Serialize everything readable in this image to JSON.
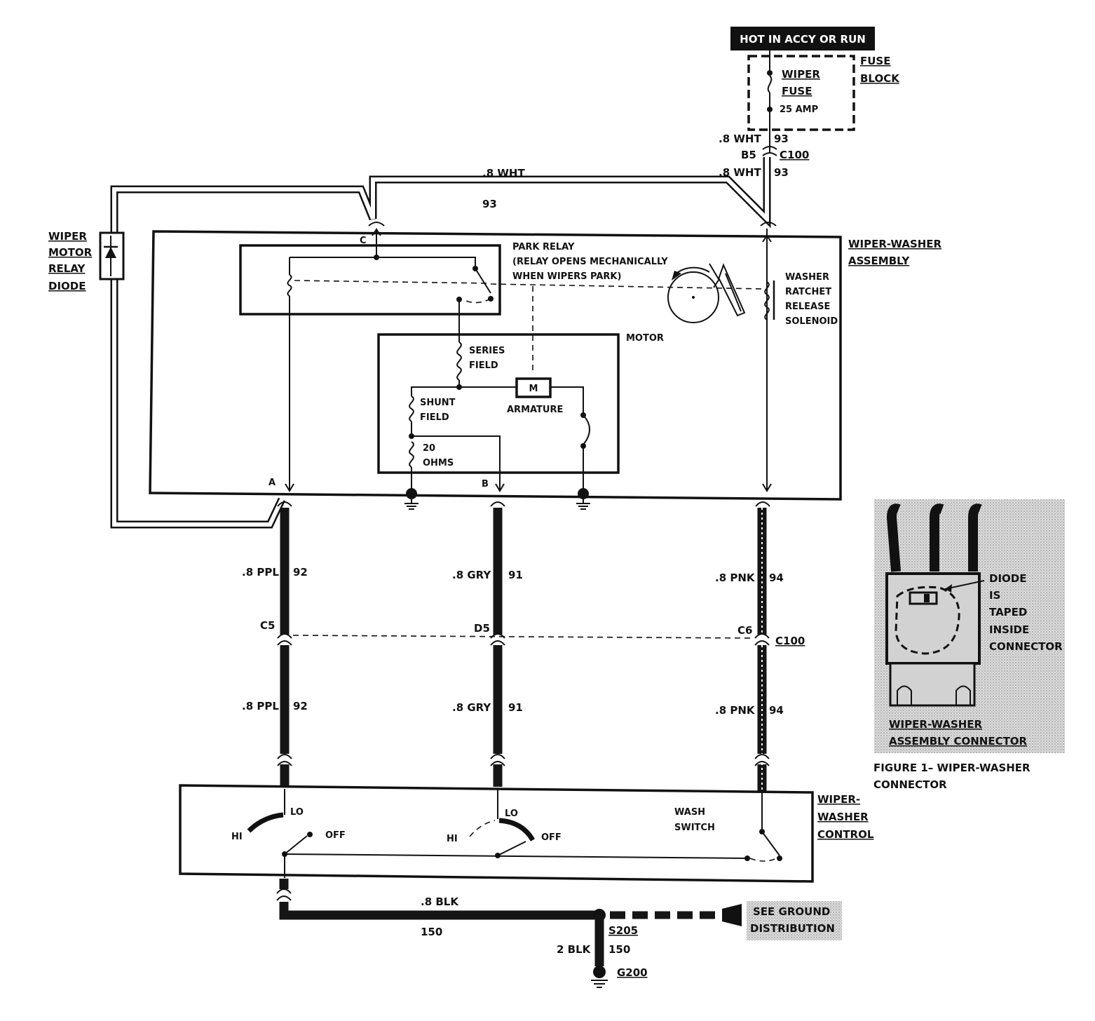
{
  "header": {
    "hot_label": "HOT IN ACCY OR RUN"
  },
  "fuse_block": {
    "fuse_line1": "WIPER",
    "fuse_line2": "FUSE",
    "rating": "25 AMP",
    "block_line1": "FUSE",
    "block_line2": "BLOCK"
  },
  "top_wire": {
    "color_upper": ".8 WHT",
    "circuit_upper": "93",
    "pin": "B5",
    "connector": "C100",
    "color_lower": ".8 WHT",
    "circuit_lower": "93",
    "loop_color": ".8 WHT",
    "loop_circuit": "93"
  },
  "diode": {
    "line1": "WIPER",
    "line2": "MOTOR",
    "line3": "RELAY",
    "line4": "DIODE"
  },
  "assembly": {
    "line1": "WIPER-WASHER",
    "line2": "ASSEMBLY",
    "pin_c": "C",
    "pin_a": "A",
    "pin_b": "B"
  },
  "park_relay": {
    "line1": "PARK RELAY",
    "line2": "(RELAY OPENS MECHANICALLY",
    "line3": "WHEN WIPERS PARK)"
  },
  "motor": {
    "title": "MOTOR",
    "series1": "SERIES",
    "series2": "FIELD",
    "shunt1": "SHUNT",
    "shunt2": "FIELD",
    "ohms1": "20",
    "ohms2": "OHMS",
    "armature": "ARMATURE",
    "m": "M"
  },
  "solenoid": {
    "line1": "WASHER",
    "line2": "RATCHET",
    "line3": "RELEASE",
    "line4": "SOLENOID"
  },
  "wires": {
    "ppl_color": ".8 PPL",
    "ppl_circuit": "92",
    "gry_color": ".8 GRY",
    "gry_circuit": "91",
    "pnk_color": ".8 PNK",
    "pnk_circuit": "94",
    "pin_c5": "C5",
    "pin_d5": "D5",
    "pin_c6": "C6",
    "connector": "C100"
  },
  "control": {
    "line1": "WIPER-",
    "line2": "WASHER",
    "line3": "CONTROL",
    "hi": "HI",
    "lo": "LO",
    "off": "OFF",
    "wash1": "WASH",
    "wash2": "SWITCH"
  },
  "ground": {
    "blk_color": ".8 BLK",
    "blk_circuit": "150",
    "splice": "S205",
    "splice_circuit": "150",
    "blk2_color": "2 BLK",
    "ground_id": "G200",
    "see1": "SEE GROUND",
    "see2": "DISTRIBUTION"
  },
  "figure": {
    "diode1": "DIODE",
    "diode2": "IS",
    "diode3": "TAPED",
    "diode4": "INSIDE",
    "diode5": "CONNECTOR",
    "conn1": "WIPER-WASHER",
    "conn2": "ASSEMBLY CONNECTOR",
    "caption1": "FIGURE 1– WIPER-WASHER",
    "caption2": "CONNECTOR"
  }
}
